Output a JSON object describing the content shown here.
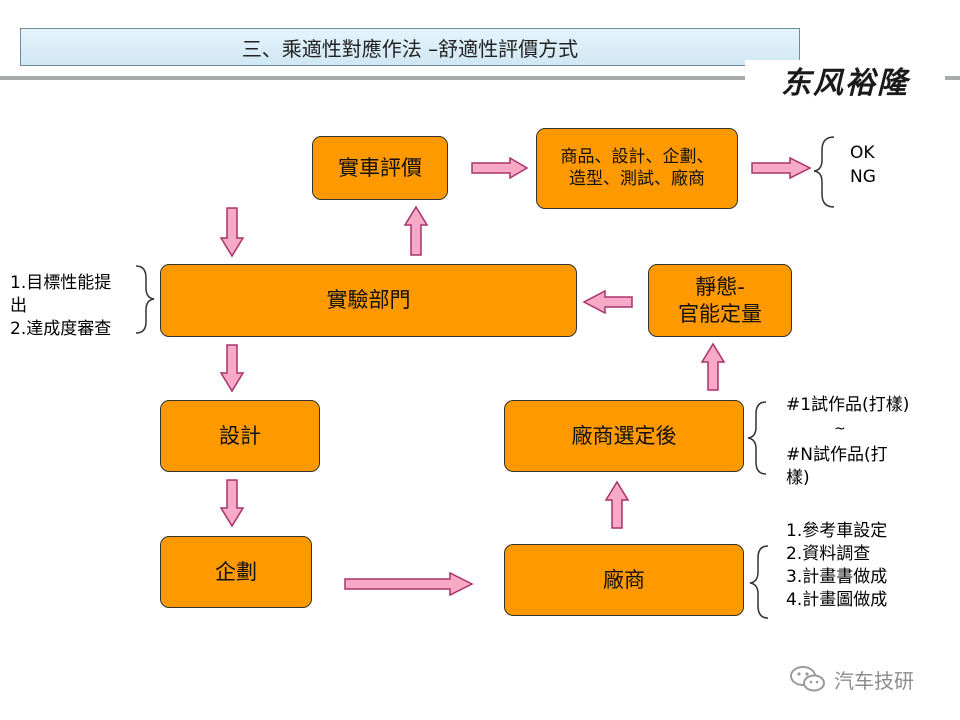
{
  "header": {
    "title": "三、乘適性對應作法 –舒適性評價方式",
    "logo_text": "东风裕隆"
  },
  "nodes": {
    "real_car": "實車評價",
    "commodity": "商品、設計、企劃、\n造型、測試、廠商",
    "lab": "實驗部門",
    "static": "靜態-\n官能定量",
    "design": "設計",
    "vendor_selected": "廠商選定後",
    "planning": "企劃",
    "vendor": "廠商"
  },
  "notes": {
    "ok": "OK",
    "ng": "NG",
    "lab_note": "1.目標性能提\n出\n2.達成度審查",
    "trial_1": "#1試作品(打樣)",
    "tilde": "~",
    "trial_n": "#N試作品(打\n樣)",
    "vendor_note": "1.參考車設定\n2.資料調查\n3.計畫書做成\n4.計畫圖做成"
  },
  "watermark": {
    "text": "汽车技研",
    "icon": "wechat-icon"
  },
  "colors": {
    "node_fill": "#ff9900",
    "arrow_fill": "#f7a9c8",
    "arrow_stroke": "#a8336b"
  }
}
